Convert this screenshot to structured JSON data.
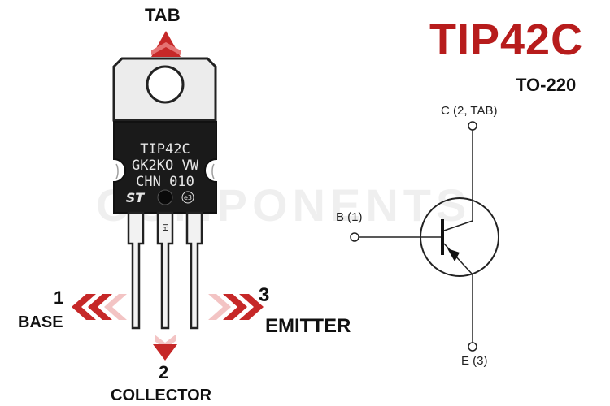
{
  "title": "TIP42C",
  "package": "TO-220",
  "device": {
    "marking_line1": "TIP42C",
    "marking_line2": "GK2KO VW",
    "marking_line3": "CHN 010",
    "logo_text": "ST",
    "e3_mark": "e3",
    "leg_mark": "BI"
  },
  "pins": {
    "tab_label": "TAB",
    "base_number": "1",
    "base_label": "BASE",
    "collector_number": "2",
    "collector_label": "COLLECTOR",
    "emitter_number": "3",
    "emitter_label": "EMITTER"
  },
  "symbol": {
    "collector_label": "C (2, TAB)",
    "base_label": "B (1)",
    "emitter_label": "E (3)"
  },
  "watermark": "COMPONENTS",
  "colors": {
    "accent": "#c62828",
    "accent_light": "#f3c4c4",
    "body": "#1a1a1a",
    "metal": "#e8e8e8"
  }
}
